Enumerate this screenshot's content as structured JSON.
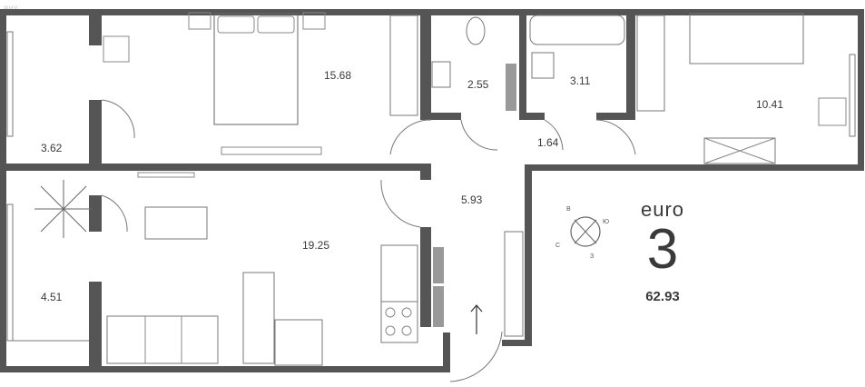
{
  "watermark": "вих",
  "apartment": {
    "type": "euro",
    "rooms": "3",
    "total_area": "62.93"
  },
  "compass": {
    "north": "В",
    "east": "Ю",
    "south": "З",
    "west": "С"
  },
  "rooms": [
    {
      "id": "balcony-top",
      "area": "3.62"
    },
    {
      "id": "bedroom",
      "area": "15.68"
    },
    {
      "id": "bathroom-toilet",
      "area": "2.55"
    },
    {
      "id": "bathroom-bath",
      "area": "3.11"
    },
    {
      "id": "corridor",
      "area": "1.64"
    },
    {
      "id": "children-room",
      "area": "10.41"
    },
    {
      "id": "hall",
      "area": "5.93"
    },
    {
      "id": "kitchen-living",
      "area": "19.25"
    },
    {
      "id": "balcony-bottom",
      "area": "4.51"
    }
  ]
}
